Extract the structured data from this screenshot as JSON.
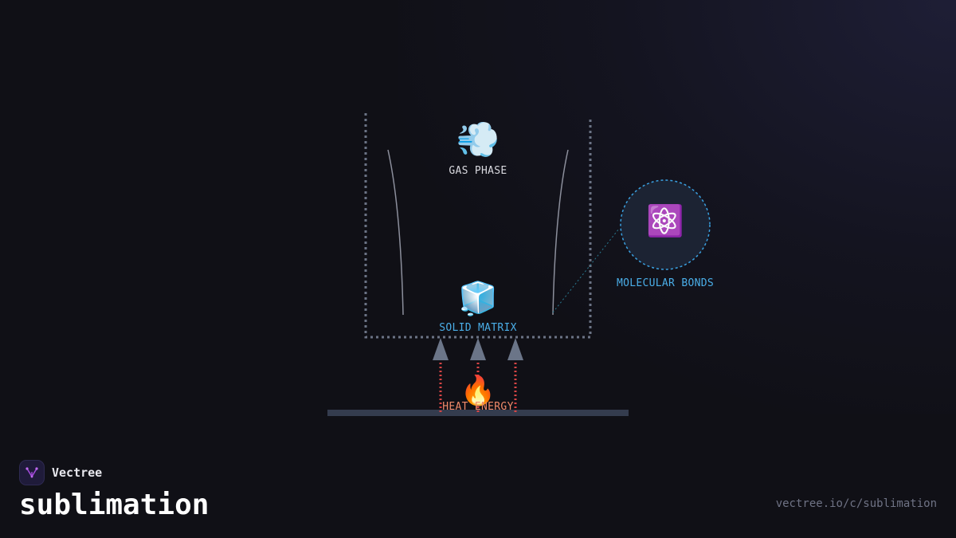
{
  "diagram": {
    "gas_phase": {
      "icon": "💨",
      "label": "GAS PHASE"
    },
    "solid_matrix": {
      "icon": "🧊",
      "label": "SOLID MATRIX"
    },
    "heat_energy": {
      "icon": "🔥",
      "label": "HEAT ENERGY"
    },
    "molecular_bonds": {
      "icon": "⚛️",
      "label": "MOLECULAR BONDS"
    }
  },
  "brand": {
    "name": "Vectree"
  },
  "page": {
    "title": "sublimation",
    "url": "vectree.io/c/sublimation"
  },
  "colors": {
    "background": "#101016",
    "container_dots": "#6b7385",
    "heat_dots": "#d64545",
    "arrow": "#6b7588",
    "accent_blue": "#3aa0e0",
    "label_blue": "#4aaee8",
    "label_light": "#d8d8de",
    "label_heat": "#f08a6a"
  }
}
